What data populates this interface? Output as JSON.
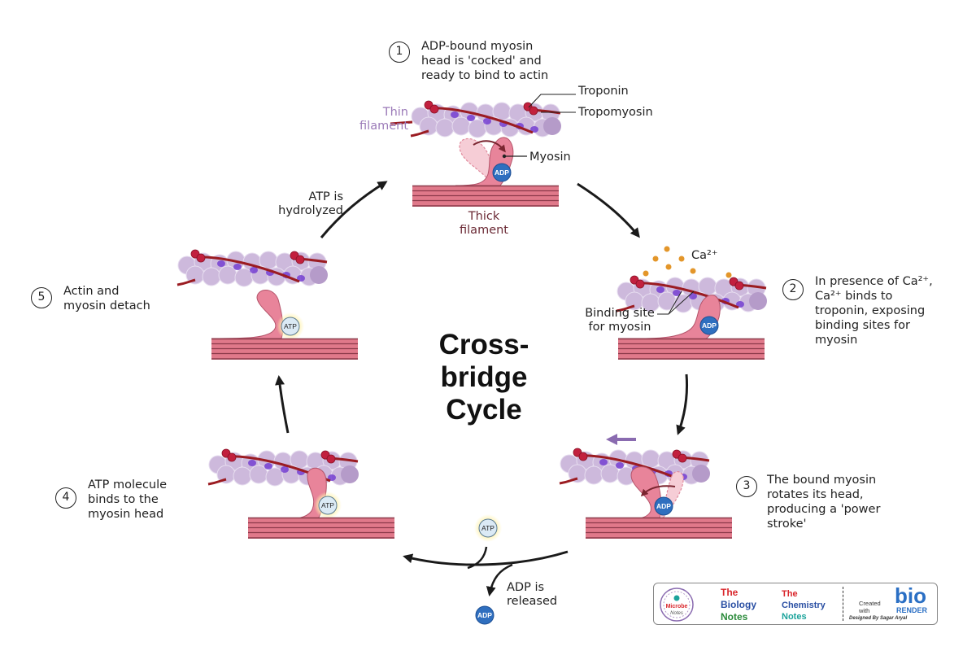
{
  "title": "Cross-\nbridge\nCycle",
  "steps": [
    {
      "number": "1",
      "text": "ADP-bound myosin\nhead is 'cocked' and\nready to bind to actin"
    },
    {
      "number": "2",
      "text": "In presence of Ca²⁺,\nCa²⁺ binds to\ntroponin, exposing\nbinding sites for\nmyosin"
    },
    {
      "number": "3",
      "text": "The bound myosin\nrotates its head,\nproducing a 'power\nstroke'"
    },
    {
      "number": "4",
      "text": "ATP molecule\nbinds to the\nmyosin head"
    },
    {
      "number": "5",
      "text": "Actin and\nmyosin detach"
    }
  ],
  "labels": {
    "troponin": "Troponin",
    "tropomyosin": "Tropomyosin",
    "thin_filament": "Thin\nfilament",
    "thick_filament": "Thick\nfilament",
    "myosin": "Myosin",
    "calcium": "Ca²⁺",
    "binding_site": "Binding site\nfor myosin",
    "atp_hydrolyzed": "ATP is\nhydrolyzed",
    "adp_released": "ADP is\nreleased",
    "adp": "ADP",
    "atp": "ATP"
  },
  "footer": {
    "microbe_notes": [
      "Microbe",
      "Notes"
    ],
    "biology_notes": [
      "The",
      "Biology",
      "Notes"
    ],
    "chemistry_notes": [
      "The",
      "Chemistry",
      "Notes"
    ],
    "created_with": "Created\nwith",
    "biorender": "bio",
    "render": "RENDER",
    "designed_by": "Designed By Sagar Aryal"
  },
  "colors": {
    "thick_filament": "#e0798a",
    "thick_line": "#8b3a4a",
    "actin": "#cdb9dc",
    "actin_dark": "#b59bc9",
    "binding_site": "#6a2fd0",
    "tropomyosin": "#9b1c22",
    "troponin": "#c2203e",
    "myosin": "#e8849a",
    "adp": "#2f6fbf",
    "atp": "#dbeaf5",
    "calcium": "#e3962a",
    "arrow": "#1a1a1a",
    "slide_arrow": "#8a6bb0"
  }
}
